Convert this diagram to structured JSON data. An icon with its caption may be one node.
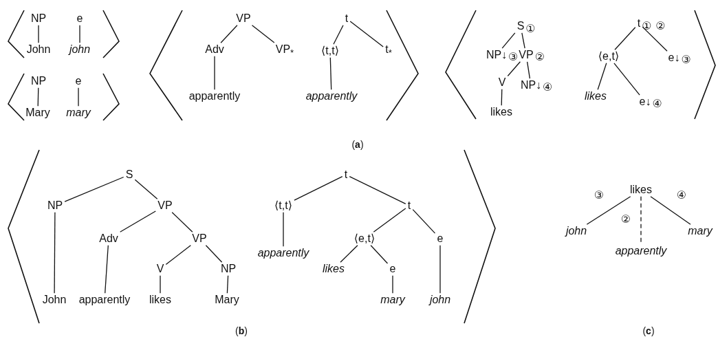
{
  "diagram": {
    "nodes": [
      {
        "text": [
          "NP"
        ]
      },
      {
        "text": [
          "John"
        ]
      },
      {
        "text": [
          "e"
        ]
      },
      {
        "text": [
          "john"
        ]
      },
      {
        "text": [
          "NP"
        ]
      },
      {
        "text": [
          "Mary"
        ]
      },
      {
        "text": [
          "e"
        ]
      },
      {
        "text": [
          "mary"
        ]
      },
      {
        "text": [
          "VP"
        ]
      },
      {
        "text": [
          "Adv"
        ]
      },
      {
        "text": [
          "VP$_{*}$"
        ]
      },
      {
        "text": [
          "apparently"
        ]
      },
      {
        "text": [
          "t"
        ]
      },
      {
        "text": [
          "⟨t,t⟩"
        ]
      },
      {
        "text": [
          "t$_{*}$"
        ]
      },
      {
        "text": [
          "apparently"
        ]
      },
      {
        "text": [
          "S"
        ],
        "beside": [
          "①"
        ]
      },
      {
        "text": [
          "NP↓"
        ],
        "beside": [
          "③"
        ]
      },
      {
        "text": [
          "VP"
        ],
        "beside": [
          "②"
        ]
      },
      {
        "text": [
          "V"
        ]
      },
      {
        "text": [
          "NP↓"
        ],
        "beside": [
          "④"
        ]
      },
      {
        "text": [
          "likes"
        ]
      },
      {
        "text": [
          "t"
        ],
        "beside": [
          "①",
          "②"
        ]
      },
      {
        "text": [
          "⟨e,t⟩"
        ]
      },
      {
        "text": [
          "e↓"
        ],
        "beside": [
          "③"
        ]
      },
      {
        "text": [
          "likes"
        ]
      },
      {
        "text": [
          "e↓"
        ],
        "beside": [
          "④"
        ]
      },
      {
        "text": [
          "S"
        ]
      },
      {
        "text": [
          "NP"
        ]
      },
      {
        "text": [
          "VP"
        ]
      },
      {
        "text": [
          "Adv"
        ]
      },
      {
        "text": [
          "VP"
        ]
      },
      {
        "text": [
          "V"
        ]
      },
      {
        "text": [
          "NP"
        ]
      },
      {
        "text": [
          "John"
        ]
      },
      {
        "text": [
          "apparently"
        ]
      },
      {
        "text": [
          "likes"
        ]
      },
      {
        "text": [
          "Mary"
        ]
      },
      {
        "text": [
          "t"
        ]
      },
      {
        "text": [
          "⟨t,t⟩"
        ]
      },
      {
        "text": [
          "t"
        ]
      },
      {
        "text": [
          "apparently"
        ]
      },
      {
        "text": [
          "⟨e,t⟩"
        ]
      },
      {
        "text": [
          "e"
        ]
      },
      {
        "text": [
          "likes"
        ]
      },
      {
        "text": [
          "e"
        ]
      },
      {
        "text": [
          "mary"
        ]
      },
      {
        "text": [
          "john"
        ]
      },
      {
        "text": [
          "likes"
        ]
      },
      {
        "text": [
          "john"
        ]
      },
      {
        "text": [
          "apparently"
        ]
      },
      {
        "text": [
          "mary"
        ]
      }
    ],
    "edges": [
      {
        "from": 0,
        "to": 1,
        "arrow": "none"
      },
      {
        "from": 2,
        "to": 3,
        "arrow": "none"
      },
      {
        "from": 4,
        "to": 5,
        "arrow": "none"
      },
      {
        "from": 6,
        "to": 7,
        "arrow": "none"
      },
      {
        "from": 8,
        "to": 9,
        "arrow": "none"
      },
      {
        "from": 8,
        "to": 10,
        "arrow": "none"
      },
      {
        "from": 9,
        "to": 11,
        "arrow": "none"
      },
      {
        "from": 12,
        "to": 13,
        "arrow": "none"
      },
      {
        "from": 12,
        "to": 14,
        "arrow": "none"
      },
      {
        "from": 13,
        "to": 15,
        "arrow": "none"
      },
      {
        "from": 16,
        "to": 17,
        "arrow": "none"
      },
      {
        "from": 16,
        "to": 18,
        "arrow": "none"
      },
      {
        "from": 18,
        "to": 19,
        "arrow": "none"
      },
      {
        "from": 18,
        "to": 20,
        "arrow": "none"
      },
      {
        "from": 19,
        "to": 21,
        "arrow": "none"
      },
      {
        "from": 22,
        "to": 23,
        "arrow": "none"
      },
      {
        "from": 22,
        "to": 24,
        "arrow": "none"
      },
      {
        "from": 23,
        "to": 25,
        "arrow": "none"
      },
      {
        "from": 23,
        "to": 26,
        "arrow": "none"
      },
      {
        "from": 27,
        "to": 28,
        "arrow": "none"
      },
      {
        "from": 27,
        "to": 29,
        "arrow": "none"
      },
      {
        "from": 28,
        "to": 34,
        "arrow": "none"
      },
      {
        "from": 29,
        "to": 30,
        "arrow": "none"
      },
      {
        "from": 29,
        "to": 31,
        "arrow": "none"
      },
      {
        "from": 30,
        "to": 35,
        "arrow": "none"
      },
      {
        "from": 31,
        "to": 32,
        "arrow": "none"
      },
      {
        "from": 31,
        "to": 33,
        "arrow": "none"
      },
      {
        "from": 32,
        "to": 36,
        "arrow": "none"
      },
      {
        "from": 33,
        "to": 37,
        "arrow": "none"
      },
      {
        "from": 38,
        "to": 39,
        "arrow": "none"
      },
      {
        "from": 38,
        "to": 40,
        "arrow": "none"
      },
      {
        "from": 39,
        "to": 41,
        "arrow": "none"
      },
      {
        "from": 40,
        "to": 42,
        "arrow": "none"
      },
      {
        "from": 40,
        "to": 43,
        "arrow": "none"
      },
      {
        "from": 42,
        "to": 44,
        "arrow": "none"
      },
      {
        "from": 42,
        "to": 45,
        "arrow": "none"
      },
      {
        "from": 45,
        "to": 46,
        "arrow": "none"
      },
      {
        "from": 43,
        "to": 47,
        "arrow": "none"
      },
      {
        "from": 48,
        "to": 49,
        "label": "③",
        "arrow": "none"
      },
      {
        "from": 48,
        "to": 50,
        "label": "②",
        "arrow": "none",
        "style": "dashed"
      },
      {
        "from": 48,
        "to": 51,
        "label": "④",
        "arrow": "none"
      }
    ],
    "labels": [
      "(**a**)",
      "(**b**)",
      "(**c**)"
    ]
  }
}
